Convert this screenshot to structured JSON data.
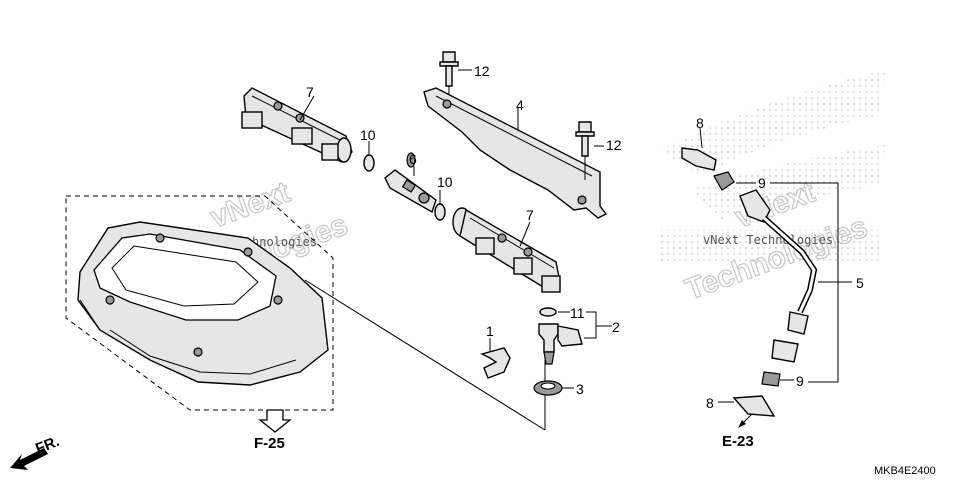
{
  "callouts": {
    "c1": "1",
    "c2": "2",
    "c3": "3",
    "c4": "4",
    "c5": "5",
    "c6": "6",
    "c7a": "7",
    "c7b": "7",
    "c8a": "8",
    "c8b": "8",
    "c9a": "9",
    "c9b": "9",
    "c10a": "10",
    "c10b": "10",
    "c11": "11",
    "c12a": "12",
    "c12b": "12"
  },
  "refs": {
    "f25": "F-25",
    "e23": "E-23",
    "fr": "FR."
  },
  "diagram_code": "MKB4E2400",
  "watermark": {
    "line1": "vNext",
    "line2": "vNext Technologies",
    "line3": "Technologies"
  }
}
